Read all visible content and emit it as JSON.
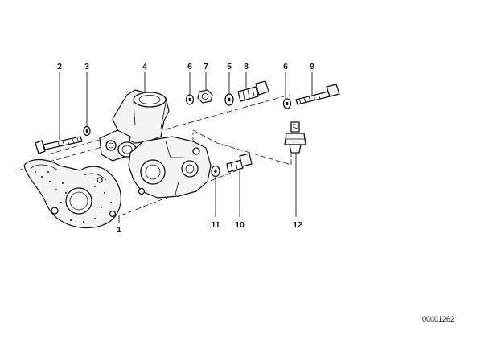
{
  "callouts": {
    "c1": "1",
    "c2": "2",
    "c3": "3",
    "c4": "4",
    "c6a": "6",
    "c7": "7",
    "c5": "5",
    "c8": "8",
    "c6b": "6",
    "c9": "9",
    "c11": "11",
    "c10": "10",
    "c12": "12"
  },
  "document_number": "00001262"
}
